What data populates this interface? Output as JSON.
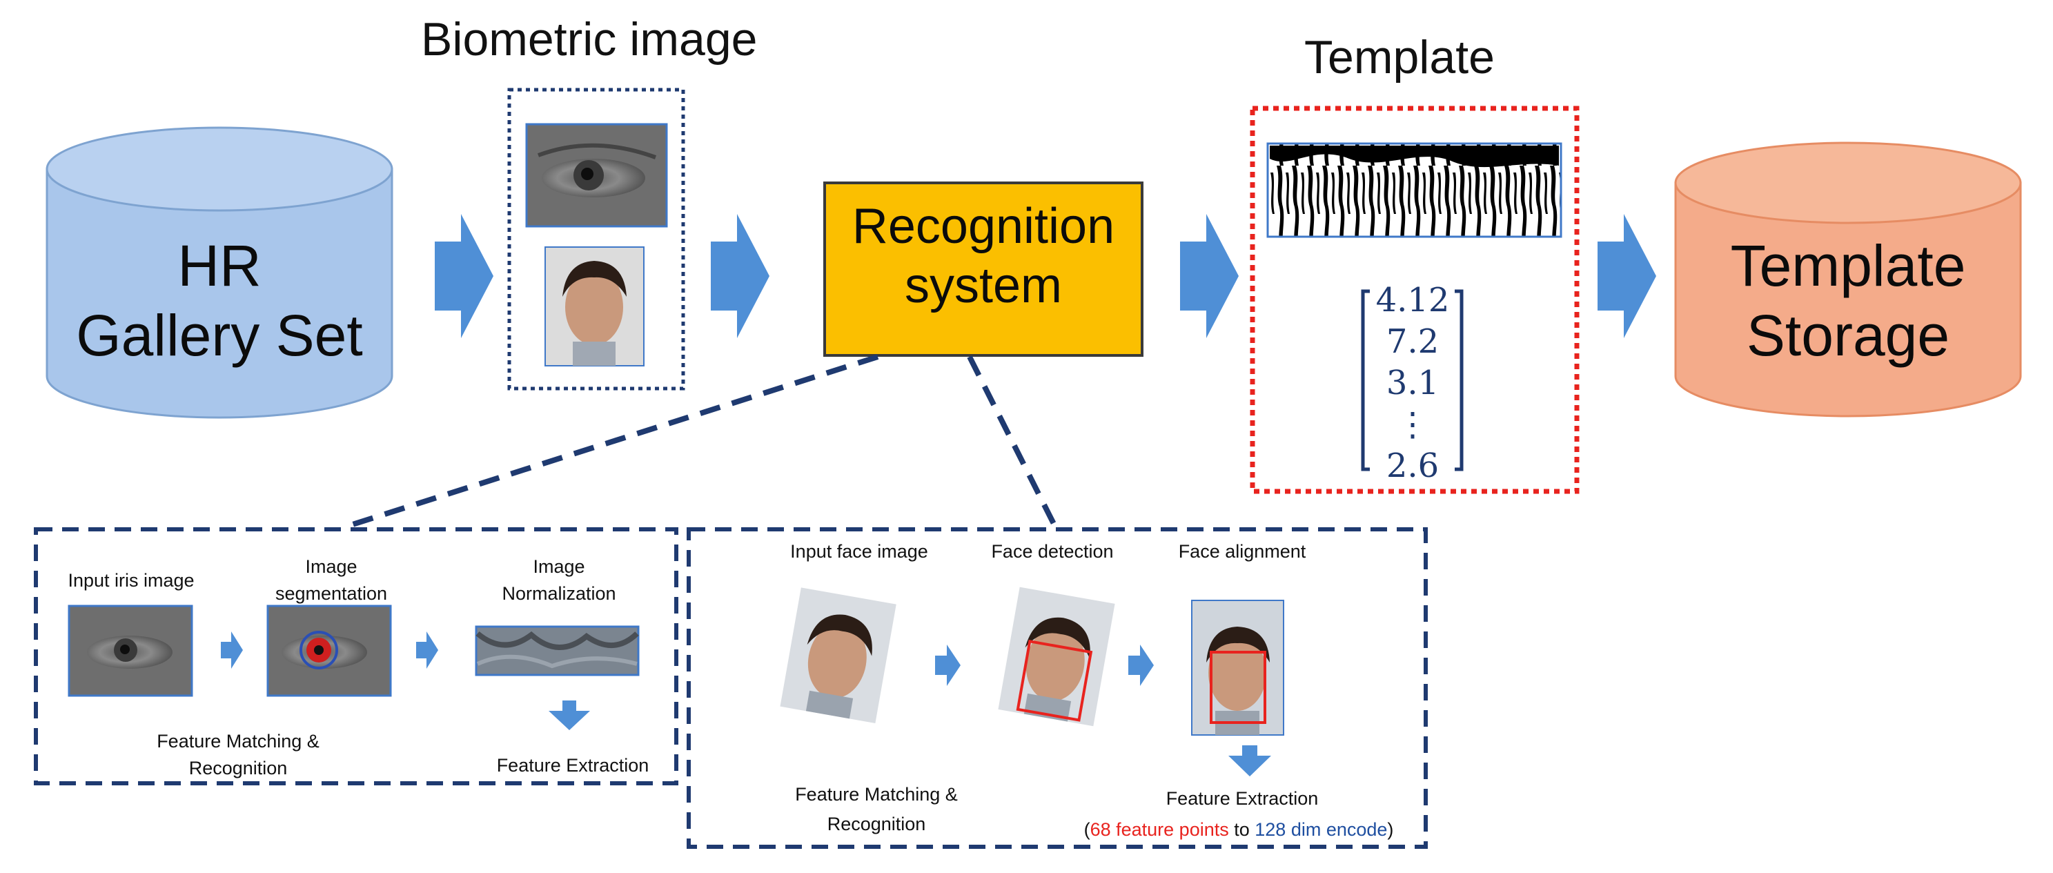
{
  "titles": {
    "biometric_image": "Biometric image",
    "template": "Template"
  },
  "gallery": {
    "line1": "HR",
    "line2": "Gallery Set",
    "color": "#a9c6eb"
  },
  "recognition": {
    "line1": "Recognition",
    "line2": "system",
    "color": "#fbbf00"
  },
  "storage": {
    "line1": "Template",
    "line2": "Storage",
    "color": "#f4ab8a"
  },
  "feature_vector": [
    "4.12",
    "7.2",
    "3.1",
    "⋮",
    "2.6"
  ],
  "iris_panel": {
    "step1": "Input iris image",
    "step2": "Image\nsegmentation",
    "step3": "Image\nNormalization",
    "matching": "Feature Matching &\nRecognition",
    "extraction": "Feature Extraction"
  },
  "face_panel": {
    "step1": "Input face image",
    "step2": "Face detection",
    "step3": "Face alignment",
    "matching": "Feature Matching &\nRecognition",
    "extraction": "Feature Extraction",
    "note_open": "(",
    "note_red": "68 feature points",
    "note_mid": " to ",
    "note_blue": "128 dim encode",
    "note_close": ")"
  },
  "colors": {
    "arrow": "#4f8fd6",
    "panel_border": "#1f3a70",
    "red": "#e8231e",
    "blue": "#1f4fa0"
  }
}
